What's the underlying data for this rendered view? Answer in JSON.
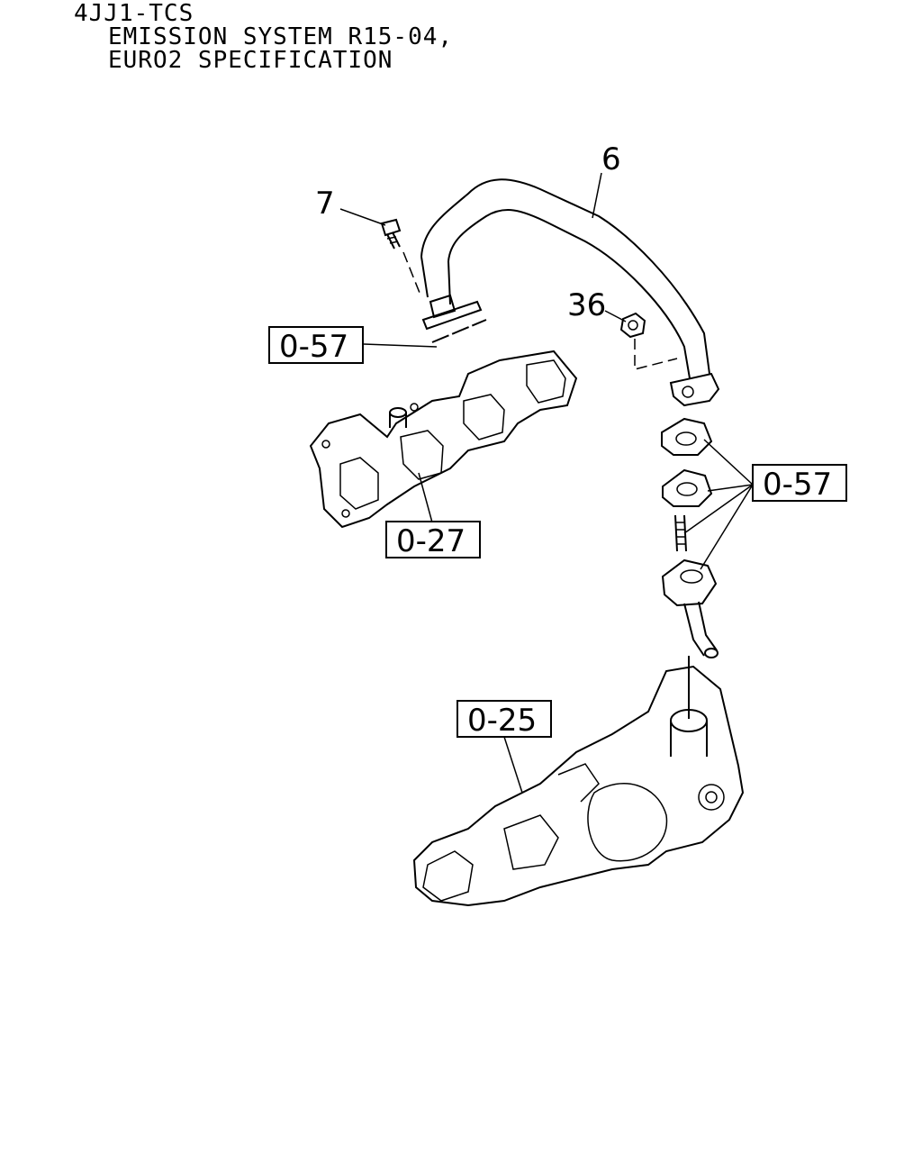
{
  "header": {
    "line1": "4JJ1-TCS",
    "line2": "EMISSION SYSTEM R15-04,",
    "line3": "EURO2 SPECIFICATION"
  },
  "callouts": {
    "pipe": "6",
    "bolt": "7",
    "nut": "36"
  },
  "references": {
    "gasket_upper": "0-57",
    "gasket_right": "0-57",
    "exhaust_manifold": "0-27",
    "turbocharger": "0-25"
  }
}
